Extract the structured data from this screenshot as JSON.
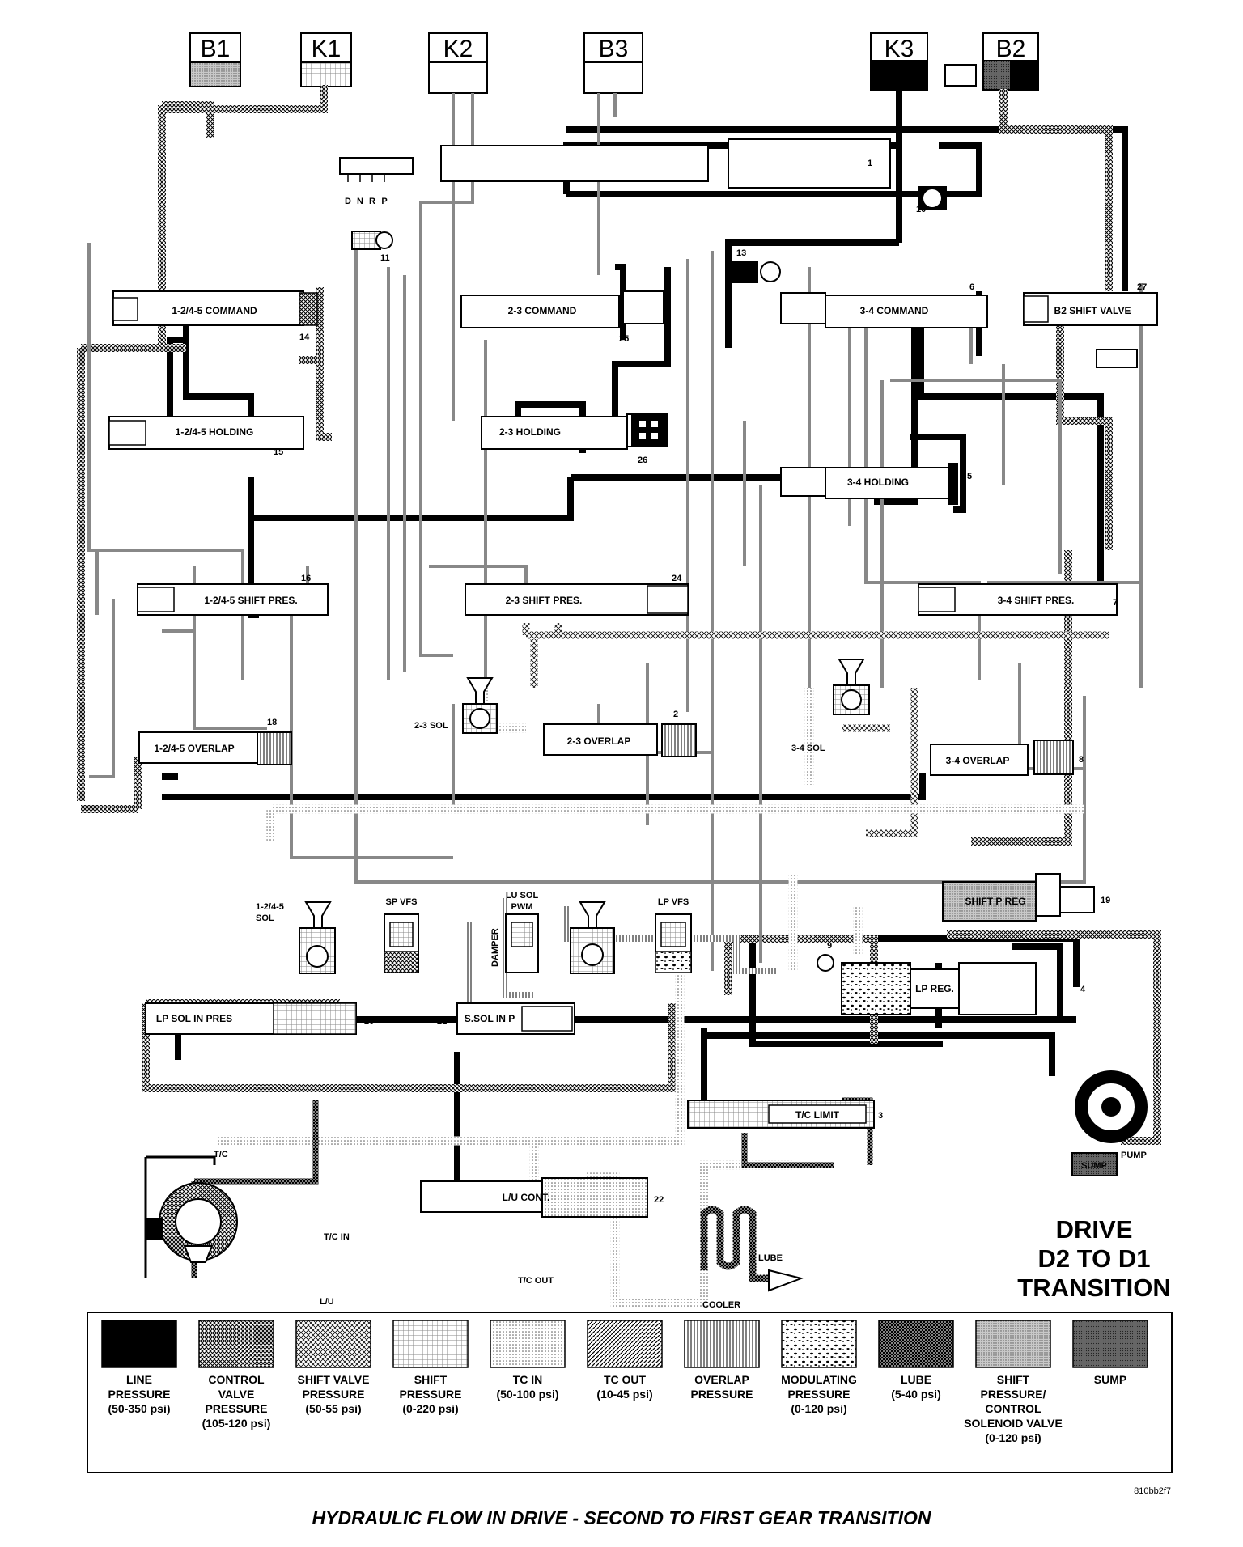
{
  "diagram_title": [
    "DRIVE",
    "D2 TO D1",
    "TRANSITION"
  ],
  "caption": "HYDRAULIC FLOW IN DRIVE - SECOND TO FIRST GEAR TRANSITION",
  "figure_code": "810bb2f7",
  "clutches": {
    "b1": "B1",
    "k1": "K1",
    "k2": "K2",
    "b3": "B3",
    "k3": "K3",
    "b2": "B2"
  },
  "selector": {
    "d": "D",
    "n": "N",
    "r": "R",
    "p": "P"
  },
  "valves": {
    "command_1245": "1-2/4-5 COMMAND",
    "command_23": "2-3 COMMAND",
    "command_34": "3-4 COMMAND",
    "b2_shift": "B2 SHIFT VALVE",
    "holding_1245": "1-2/4-5 HOLDING",
    "holding_23": "2-3 HOLDING",
    "holding_34": "3-4 HOLDING",
    "shiftpres_1245": "1-2/4-5 SHIFT PRES.",
    "shiftpres_23": "2-3 SHIFT PRES.",
    "shiftpres_34": "3-4 SHIFT PRES.",
    "overlap_1245": "1-2/4-5 OVERLAP",
    "overlap_23": "2-3 OVERLAP",
    "overlap_34": "3-4 OVERLAP",
    "shift_p_reg": "SHIFT P REG",
    "lp_reg": "LP REG.",
    "lp_sol_in_pres": "LP SOL IN PRES",
    "s_sol_in_p": "S.SOL IN P",
    "tc_limit": "T/C LIMIT",
    "lu_cont": "L/U CONT."
  },
  "solenoids": {
    "sol_23": "2-3 SOL",
    "sol_34": "3-4 SOL",
    "sol_1245_a": "1-2/4-5",
    "sol_1245_b": "SOL",
    "sp_vfs": "SP VFS",
    "lu_sol_a": "LU SOL",
    "lu_sol_b": "PWM",
    "lp_vfs": "LP VFS",
    "damper": "DAMPER"
  },
  "component_labels": {
    "tc": "T/C",
    "tc_in": "T/C IN",
    "tc_out": "T/C OUT",
    "lu": "L/U",
    "lube": "LUBE",
    "cooler": "COOLER",
    "pump": "PUMP",
    "sump": "SUMP"
  },
  "numbers": {
    "n1": "1",
    "n2": "2",
    "n3": "3",
    "n4": "4",
    "n5": "5",
    "n6": "6",
    "n7": "7",
    "n8": "8",
    "n9": "9",
    "n10": "10",
    "n11": "11",
    "n13": "13",
    "n14": "14",
    "n15": "15",
    "n16": "16",
    "n18": "18",
    "n19": "19",
    "n20": "20",
    "n21": "21",
    "n22": "22",
    "n24": "24",
    "n25": "25",
    "n26": "26",
    "n27": "27"
  },
  "legend": [
    {
      "lines": [
        "LINE",
        "PRESSURE",
        "(50-350 psi)"
      ],
      "pattern": "solid-black"
    },
    {
      "lines": [
        "CONTROL",
        "VALVE",
        "PRESSURE",
        "(105-120 psi)"
      ],
      "pattern": "dense-crosshatch"
    },
    {
      "lines": [
        "SHIFT VALVE",
        "PRESSURE",
        "(50-55 psi)"
      ],
      "pattern": "diamond-hatch"
    },
    {
      "lines": [
        "SHIFT",
        "PRESSURE",
        "(0-220 psi)"
      ],
      "pattern": "light-grid"
    },
    {
      "lines": [
        "TC IN",
        "(50-100 psi)"
      ],
      "pattern": "fine-dots"
    },
    {
      "lines": [
        "TC OUT",
        "(10-45 psi)"
      ],
      "pattern": "diagonal-hatch"
    },
    {
      "lines": [
        "OVERLAP",
        "PRESSURE"
      ],
      "pattern": "vertical-lines"
    },
    {
      "lines": [
        "MODULATING",
        "PRESSURE",
        "(0-120 psi)"
      ],
      "pattern": "blotches"
    },
    {
      "lines": [
        "LUBE",
        "(5-40 psi)"
      ],
      "pattern": "coarse-crosshatch"
    },
    {
      "lines": [
        "SHIFT",
        "PRESSURE/",
        "CONTROL",
        "SOLENOID VALVE",
        "(0-120 psi)"
      ],
      "pattern": "grey-stipple"
    },
    {
      "lines": [
        "SUMP"
      ],
      "pattern": "dark-grey"
    }
  ]
}
